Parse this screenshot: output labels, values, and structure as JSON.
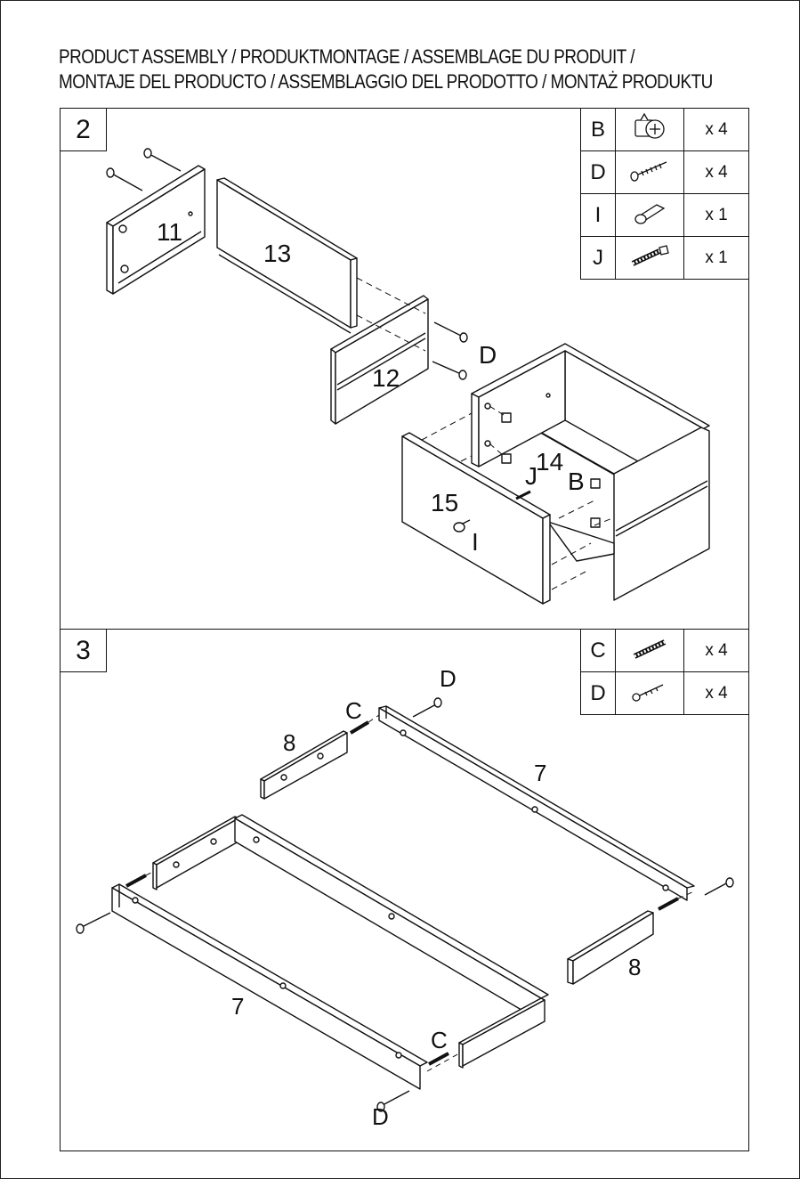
{
  "header": {
    "line1": "PRODUCT ASSEMBLY / PRODUKTMONTAGE / ASSEMBLAGE DU PRODUIT /",
    "line2": "MONTAJE DEL PRODUCTO / ASSEMBLAGGIO DEL PRODOTTO / MONTAŻ PRODUKTU"
  },
  "steps": [
    {
      "number": "2",
      "parts": [
        {
          "letter": "B",
          "icon": "cam-lock-icon",
          "qty": "x 4"
        },
        {
          "letter": "D",
          "icon": "screw-icon",
          "qty": "x 4"
        },
        {
          "letter": "I",
          "icon": "knob-icon",
          "qty": "x 1"
        },
        {
          "letter": "J",
          "icon": "bolt-icon",
          "qty": "x 1"
        }
      ],
      "labels": {
        "p11": "11",
        "p13": "13",
        "p12": "12",
        "d": "D",
        "p14": "14",
        "j": "J",
        "b": "B",
        "p15": "15",
        "i": "I"
      }
    },
    {
      "number": "3",
      "parts": [
        {
          "letter": "C",
          "icon": "dowel-icon",
          "qty": "x 4"
        },
        {
          "letter": "D",
          "icon": "screw-icon",
          "qty": "x 4"
        }
      ],
      "labels": {
        "d_top": "D",
        "c_top": "C",
        "p8_top": "8",
        "p7_top": "7",
        "p7_bottom": "7",
        "p8_right": "8",
        "c_bottom": "C",
        "d_bottom": "D"
      }
    }
  ]
}
